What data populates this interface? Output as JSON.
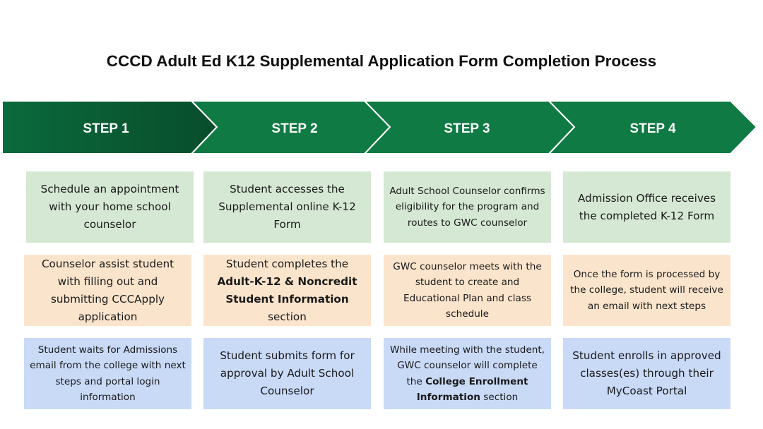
{
  "title": "CCCD Adult Ed K12 Supplemental Application Form Completion Process",
  "colors": {
    "step1": "#0b5a35",
    "step2": "#0f7a43",
    "step3": "#0f7a43",
    "step4": "#0f7a43",
    "row1_box": "#d5e8d4",
    "row2_box": "#fbe4cc",
    "row3_box": "#c9daf7"
  },
  "steps": [
    {
      "label": "STEP 1",
      "boxes": [
        {
          "parts": [
            {
              "text": "Schedule an appointment with your home school counselor",
              "bold": false
            }
          ]
        },
        {
          "parts": [
            {
              "text": "Counselor assist student with filling out and submitting CCCApply application",
              "bold": false
            }
          ]
        },
        {
          "parts": [
            {
              "text": "Student waits for Admissions email from the college with next steps and portal login information",
              "bold": false
            }
          ]
        }
      ]
    },
    {
      "label": "STEP 2",
      "boxes": [
        {
          "parts": [
            {
              "text": "Student accesses the Supplemental online K-12 Form",
              "bold": false
            }
          ]
        },
        {
          "parts": [
            {
              "text": "Student completes the ",
              "bold": false
            },
            {
              "text": "Adult-K-12 & Noncredit Student Information",
              "bold": true
            },
            {
              "text": " section",
              "bold": false
            }
          ]
        },
        {
          "parts": [
            {
              "text": "Student submits form for approval by Adult School Counselor",
              "bold": false
            }
          ]
        }
      ]
    },
    {
      "label": "STEP 3",
      "boxes": [
        {
          "parts": [
            {
              "text": "Adult School Counselor confirms eligibility for the program and routes to GWC counselor",
              "bold": false
            }
          ]
        },
        {
          "parts": [
            {
              "text": "GWC counselor meets with the student to create and Educational Plan and class schedule",
              "bold": false
            }
          ]
        },
        {
          "parts": [
            {
              "text": "While meeting with the student, GWC counselor will complete the ",
              "bold": false
            },
            {
              "text": "College Enrollment Information",
              "bold": true
            },
            {
              "text": " section",
              "bold": false
            }
          ]
        }
      ]
    },
    {
      "label": "STEP 4",
      "boxes": [
        {
          "parts": [
            {
              "text": "Admission Office receives the completed K-12 Form",
              "bold": false
            }
          ]
        },
        {
          "parts": [
            {
              "text": "Once the form is processed by the college, student will receive an email with next steps",
              "bold": false
            }
          ]
        },
        {
          "parts": [
            {
              "text": "Student enrolls in approved classes(es) through their MyCoast Portal",
              "bold": false
            }
          ]
        }
      ]
    }
  ]
}
